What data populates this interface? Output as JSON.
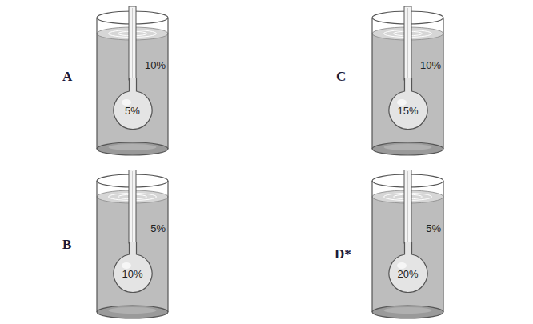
{
  "diagram": {
    "nodes": [
      {
        "text": [
          "10%"
        ]
      },
      {
        "text": [
          "5%"
        ],
        "in": 0
      },
      {
        "text": [
          "10%"
        ]
      },
      {
        "text": [
          "15%"
        ],
        "in": 2
      },
      {
        "text": [
          "5%"
        ]
      },
      {
        "text": [
          "10%"
        ],
        "in": 4
      },
      {
        "text": [
          "5%"
        ]
      },
      {
        "text": [
          "20%"
        ],
        "in": 6
      }
    ],
    "labels": [
      "A",
      "C",
      "B",
      "D*"
    ]
  }
}
